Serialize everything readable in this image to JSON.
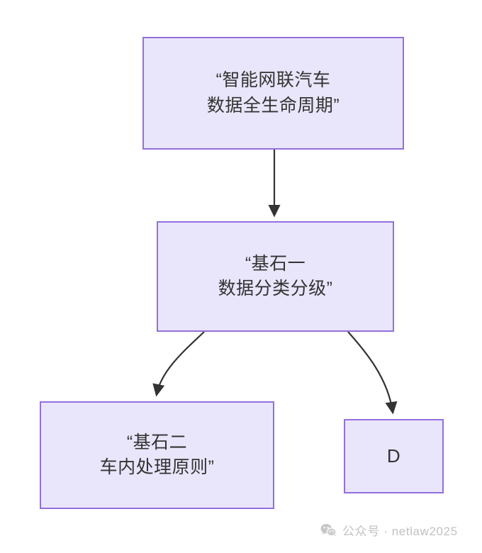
{
  "diagram": {
    "type": "flowchart",
    "direction": "top-down",
    "background_color": "#ffffff",
    "node_fill_color": "#e9e6fb",
    "node_border_color": "#9370dd",
    "node_text_color": "#333333",
    "edge_color": "#333333",
    "nodes": [
      {
        "id": "root",
        "name": "root-node",
        "lines": [
          "“智能网联汽车",
          "数据全生命周期”"
        ],
        "text": "“智能网联汽车数据全生命周期”"
      },
      {
        "id": "pillar_one",
        "name": "pillar-one-node",
        "lines": [
          "“基石一",
          "数据分类分级”"
        ],
        "text": "“基石一数据分类分级”"
      },
      {
        "id": "pillar_two",
        "name": "pillar-two-node",
        "lines": [
          "“基石二",
          "车内处理原则”"
        ],
        "text": "“基石二车内处理原则”"
      },
      {
        "id": "d",
        "name": "d-node",
        "lines": [
          "D"
        ],
        "text": "D"
      }
    ],
    "edges": [
      {
        "id": "edge-root-to-pillar-one",
        "from": "root",
        "to": "pillar_one",
        "style": "straight-arrow",
        "label": ""
      },
      {
        "id": "edge-pillar-one-to-pillar-two",
        "from": "pillar_one",
        "to": "pillar_two",
        "style": "curved-arrow",
        "label": ""
      },
      {
        "id": "edge-pillar-one-to-d",
        "from": "pillar_one",
        "to": "d",
        "style": "curved-arrow",
        "label": ""
      }
    ]
  },
  "watermark": {
    "icon": "wechat-icon",
    "text": "公众号 · netlaw2025",
    "color": "#c2c2c2"
  }
}
